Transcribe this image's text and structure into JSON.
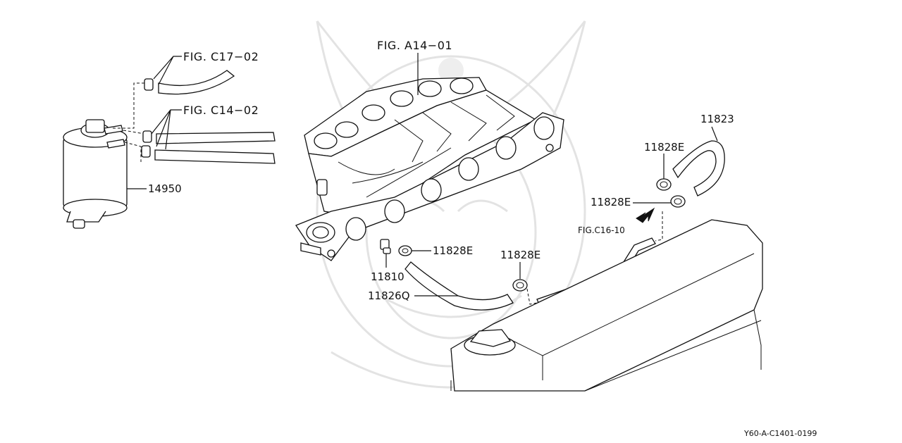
{
  "figure_refs": {
    "c17": "FIG. C17−02",
    "c14": "FIG. C14−02",
    "a14": "FIG. A14−01",
    "c16": "FIG.C16-10"
  },
  "part_numbers": {
    "canister": "14950",
    "hose_top": "11823",
    "clamp_a": "11828E",
    "clamp_b": "11828E",
    "clamp_c": "11828E",
    "clamp_d": "11828E",
    "valve": "11810",
    "hose_lower": "11826Q"
  },
  "diagram_code": "Y60-A-C1401-0199"
}
